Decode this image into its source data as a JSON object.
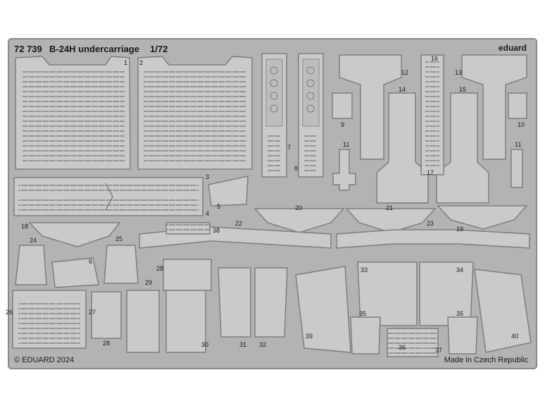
{
  "fret": {
    "code": "72 739",
    "title": "B-24H undercarriage",
    "scale": "1/72",
    "brand": "eduard",
    "copyright": "© EDUARD 2024",
    "origin": "Made in Czech Republic",
    "part_numbers": [
      "1",
      "2",
      "3",
      "4",
      "5",
      "6",
      "7",
      "8",
      "9",
      "10",
      "11",
      "11",
      "12",
      "13",
      "14",
      "15",
      "16",
      "17",
      "18",
      "19",
      "20",
      "21",
      "22",
      "23",
      "24",
      "25",
      "26",
      "27",
      "28",
      "28",
      "29",
      "30",
      "31",
      "32",
      "33",
      "34",
      "35",
      "35",
      "36",
      "37",
      "38",
      "39",
      "40"
    ],
    "colors": {
      "fret": "#b3b3b3",
      "fret_border": "#8a8a8a",
      "part": "#c8c8c8",
      "part_edge": "#7e7e7e",
      "label": "#1a1a1a",
      "background": "#ffffff"
    }
  }
}
